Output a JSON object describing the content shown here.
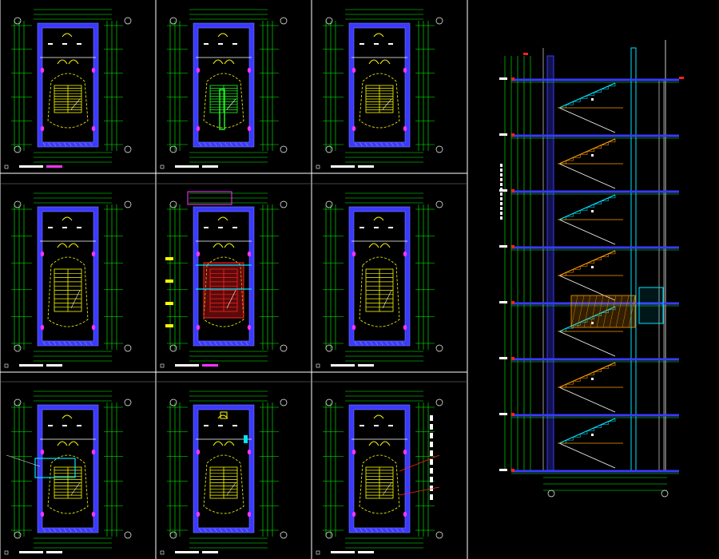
{
  "colors": {
    "background": "#000000",
    "wall": "#3a3aff",
    "wall_hatch": "#7a7aff",
    "dim_line": "#00ff00",
    "stair": "#ffff00",
    "white": "#ffffff",
    "magenta": "#ff33ff",
    "red": "#ff2020",
    "cyan": "#00e5ff",
    "orange": "#ff9a00",
    "frame": "#ffffff"
  },
  "panels": [
    {
      "name": "plan-1",
      "variant": "basic"
    },
    {
      "name": "plan-2",
      "variant": "green-stair"
    },
    {
      "name": "plan-3",
      "variant": "basic-top-door"
    },
    {
      "name": "plan-4",
      "variant": "basic"
    },
    {
      "name": "plan-5",
      "variant": "red-stair"
    },
    {
      "name": "plan-6",
      "variant": "basic"
    },
    {
      "name": "plan-7",
      "variant": "cyan-box"
    },
    {
      "name": "plan-8",
      "variant": "double-door"
    },
    {
      "name": "plan-9",
      "variant": "basic-notes"
    }
  ],
  "section": {
    "name": "stair-section",
    "floors": 7
  }
}
